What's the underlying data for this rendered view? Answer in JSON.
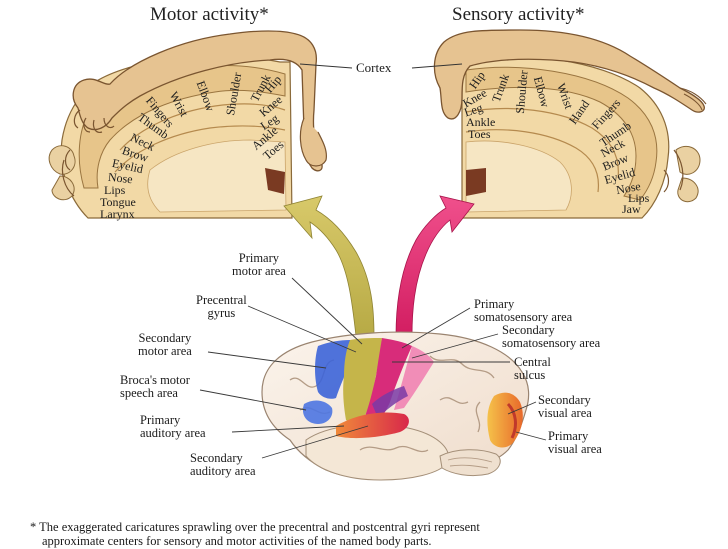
{
  "titles": {
    "motor": "Motor activity*",
    "sensory": "Sensory activity*"
  },
  "cortex_label": "Cortex",
  "motor_parts": [
    "Hip",
    "Trunk",
    "Shoulder",
    "Elbow",
    "Wrist",
    "Fingers",
    "Thumb",
    "Neck",
    "Brow",
    "Eyelid",
    "Nose",
    "Lips",
    "Tongue",
    "Larynx",
    "Knee",
    "Leg",
    "Ankle",
    "Toes"
  ],
  "sensory_parts": [
    "Hip",
    "Trunk",
    "Shoulder",
    "Elbow",
    "Wrist",
    "Hand",
    "Fingers",
    "Thumb",
    "Neck",
    "Brow",
    "Eyelid",
    "Nose",
    "Lips",
    "Jaw",
    "Knee",
    "Leg",
    "Ankle",
    "Toes"
  ],
  "areas": {
    "primary_motor": [
      "Primary",
      "motor area"
    ],
    "precentral": [
      "Precentral",
      "gyrus"
    ],
    "secondary_motor": [
      "Secondary",
      "motor area"
    ],
    "broca": [
      "Broca's motor",
      "speech area"
    ],
    "primary_auditory": [
      "Primary",
      "auditory area"
    ],
    "secondary_auditory": [
      "Secondary",
      "auditory area"
    ],
    "primary_somato": [
      "Primary",
      "somatosensory area"
    ],
    "secondary_somato": [
      "Secondary",
      "somatosensory area"
    ],
    "central_sulcus": [
      "Central",
      "sulcus"
    ],
    "secondary_visual": [
      "Secondary",
      "visual area"
    ],
    "primary_visual": [
      "Primary",
      "visual area"
    ]
  },
  "footnote": {
    "line1": "* The exaggerated caricatures sprawling over the precentral and postcentral gyri represent",
    "line2": "approximate centers for sensory and motor activities of the named body parts."
  },
  "colors": {
    "cortex_fill": "#f3ddb0",
    "gray_matter": "#e8c98f",
    "figure_skin": "#e9c79a",
    "motor_arrow": "#c9b84f",
    "sensory_arrow": "#e5336f",
    "motor_area": "#c5b54a",
    "somato_area": "#d82c7a",
    "premotor_blue": "#3c64d8",
    "auditory": "#e8334a",
    "visual": "#f0a43a"
  }
}
